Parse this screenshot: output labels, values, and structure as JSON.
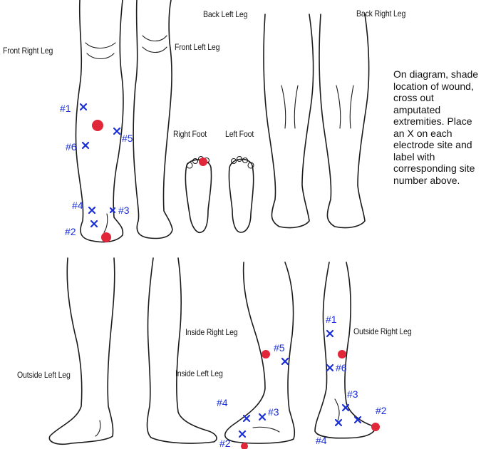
{
  "labels": {
    "front_right_leg": "Front Right Leg",
    "front_left_leg": "Front Left Leg",
    "back_left_leg": "Back Left Leg",
    "back_right_leg": "Back Right Leg",
    "right_foot": "Right Foot",
    "left_foot": "Left Foot",
    "inside_right_leg": "Inside Right Leg",
    "outside_right_leg": "Outside Right Leg",
    "outside_left_leg": "Outside Left Leg",
    "inside_left_leg": "Inside Left Leg"
  },
  "instructions": "On diagram, shade location of wound, cross out amputated extremities. Place an X on each electrode site and label with corresponding site number above.",
  "electrode_sites_front": [
    "#1",
    "#2",
    "#3",
    "#4",
    "#5",
    "#6"
  ],
  "electrode_sites_inside": [
    "#2",
    "#3",
    "#4",
    "#5"
  ],
  "electrode_sites_outside": [
    "#1",
    "#2",
    "#3",
    "#4",
    "#6"
  ],
  "colors": {
    "electrode_mark": "#1a2fd6",
    "wound_mark": "#e0283a",
    "outline": "#1b1b1b"
  }
}
